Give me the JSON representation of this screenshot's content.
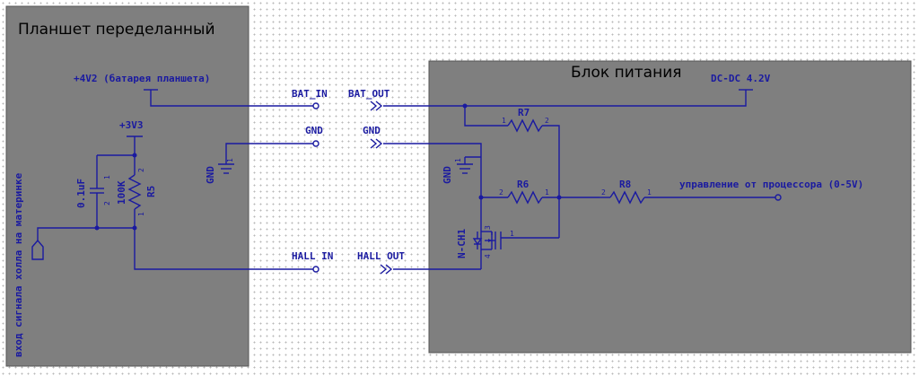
{
  "blocks": {
    "tablet": {
      "title": "Планшет переделанный"
    },
    "power": {
      "title": "Блок питания"
    }
  },
  "labels": {
    "v4v2": "+4V2 (батарея планшета)",
    "v3v3": "+3V3",
    "gnd_tablet": "GND",
    "gnd_power": "GND",
    "hall_input": "вход сигнала холла на материнке",
    "bat_in": "BAT_IN",
    "bat_out": "BAT_OUT",
    "gnd_in": "GND",
    "gnd_out": "GND",
    "hall_in": "HALL IN",
    "hall_out": "HALL OUT",
    "dcdc": "DC-DC 4.2V",
    "control": "управление от процессора (0-5V)"
  },
  "components": {
    "c1": {
      "value": "0.1uF",
      "pin1": "1",
      "pin2": "2"
    },
    "r5": {
      "name": "R5",
      "value": "100K",
      "pin1": "1",
      "pin2": "2"
    },
    "r7": {
      "name": "R7",
      "pin1": "1",
      "pin2": "2"
    },
    "r6": {
      "name": "R6",
      "pin1": "1",
      "pin2": "2"
    },
    "r8": {
      "name": "R8",
      "pin1": "1",
      "pin2": "2"
    },
    "q1": {
      "name": "N-CH1",
      "pin1": "1",
      "pin3": "3",
      "pin4": "4"
    },
    "gnd_sym1": {
      "pin": "1"
    },
    "gnd_sym2": {
      "pin": "1"
    }
  },
  "colors": {
    "wire": "#1a1aa0",
    "block_fill": "#7f7f7f",
    "background": "#ffffff"
  }
}
